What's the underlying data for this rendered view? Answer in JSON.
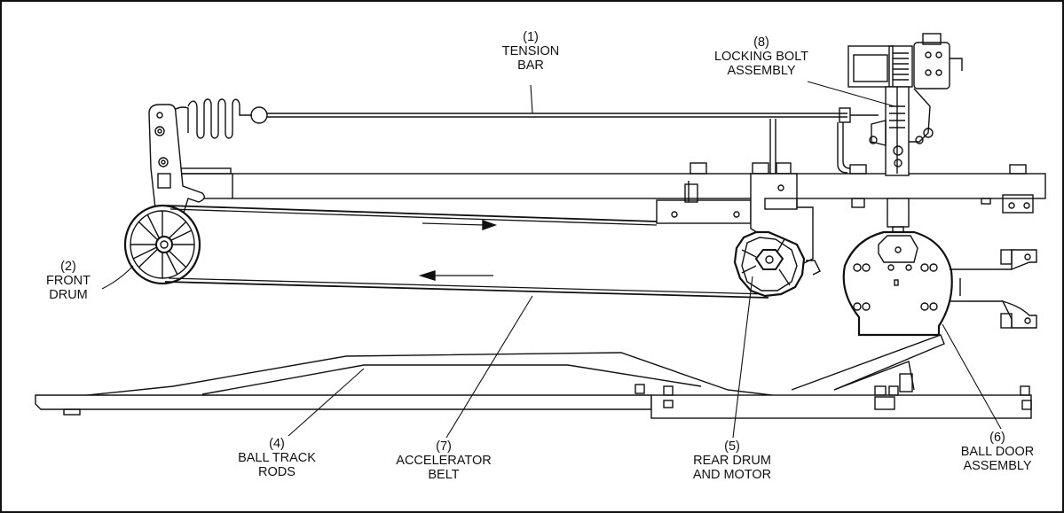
{
  "diagram": {
    "labels": [
      {
        "id": "tension-bar",
        "number": "(1)",
        "lines": [
          "TENSION",
          "BAR"
        ]
      },
      {
        "id": "front-drum",
        "number": "(2)",
        "lines": [
          "FRONT",
          "DRUM"
        ]
      },
      {
        "id": "ball-track-rods",
        "number": "(4)",
        "lines": [
          "BALL TRACK",
          "RODS"
        ]
      },
      {
        "id": "rear-drum-and-motor",
        "number": "(5)",
        "lines": [
          "REAR DRUM",
          "AND MOTOR"
        ]
      },
      {
        "id": "ball-door-assembly",
        "number": "(6)",
        "lines": [
          "BALL DOOR",
          "ASSEMBLY"
        ]
      },
      {
        "id": "accelerator-belt",
        "number": "(7)",
        "lines": [
          "ACCELERATOR",
          "BELT"
        ]
      },
      {
        "id": "locking-bolt-assembly",
        "number": "(8)",
        "lines": [
          "LOCKING BOLT",
          "ASSEMBLY"
        ]
      }
    ]
  }
}
